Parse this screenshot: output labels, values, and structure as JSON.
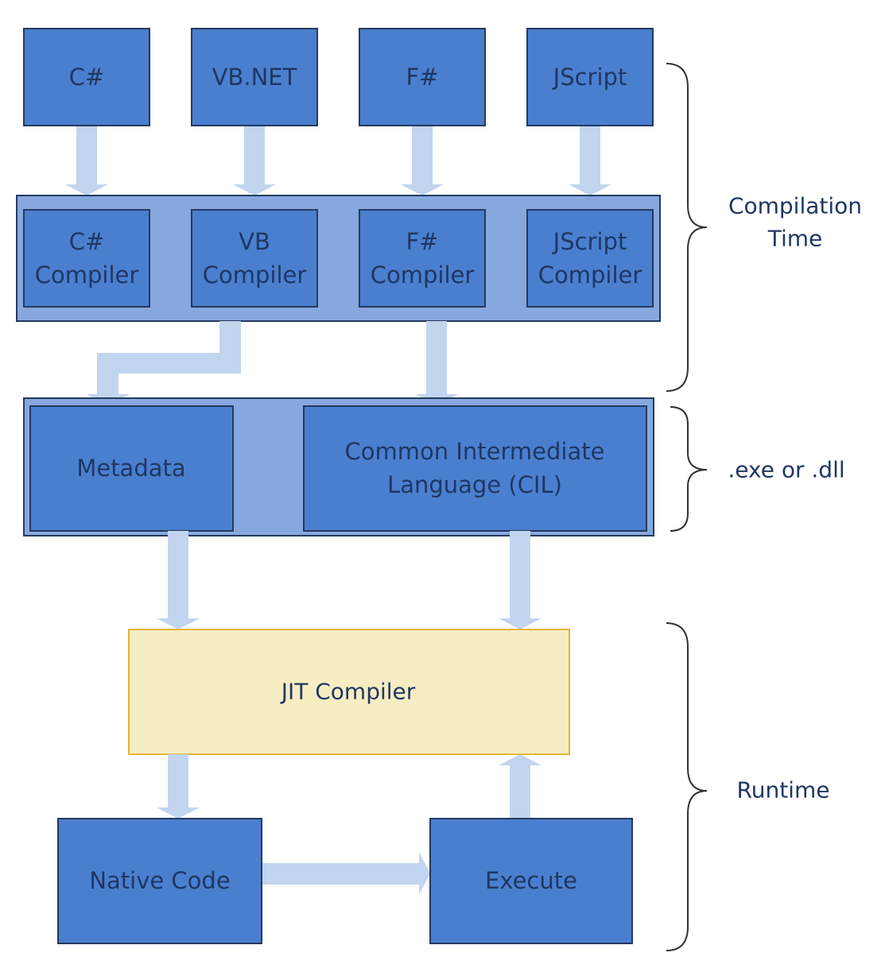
{
  "languages": {
    "csharp": "C#",
    "vbnet": "VB.NET",
    "fsharp": "F#",
    "jscript": "JScript"
  },
  "compilers": {
    "csharp": [
      "C#",
      "Compiler"
    ],
    "vb": [
      "VB",
      "Compiler"
    ],
    "fsharp": [
      "F#",
      "Compiler"
    ],
    "jscript": [
      "JScript",
      "Compiler"
    ]
  },
  "assembly": {
    "metadata": "Metadata",
    "cil": [
      "Common Intermediate",
      "Language (CIL)"
    ]
  },
  "runtime": {
    "jit": "JIT Compiler",
    "native": "Native Code",
    "execute": "Execute"
  },
  "braces": {
    "compilation": [
      "Compilation",
      "Time"
    ],
    "exe_dll": ".exe or .dll",
    "runtime": "Runtime"
  },
  "colors": {
    "box": "#4a7fcf",
    "group": "#86a8de",
    "jit": "#f6edc2",
    "arrow": "#c2d5ee",
    "text": "#1f3763"
  }
}
